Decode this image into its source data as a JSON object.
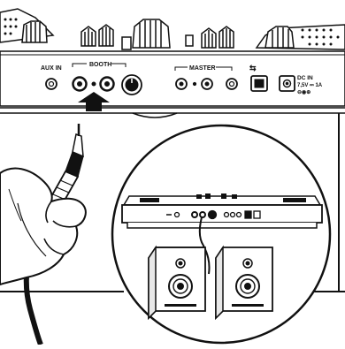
{
  "panel": {
    "aux_in_label": "AUX IN",
    "booth_label": "BOOTH",
    "master_label": "MASTER",
    "usb_symbol": "⇆",
    "dc_in_label": "DC IN",
    "dc_spec_label": "7,5V ⎓ 1A",
    "dc_polarity_label": "⊖◉⊕"
  },
  "icons": {
    "arrow": "up-arrow-icon",
    "usb": "usb-icon",
    "cable": "rca-cable-icon",
    "hand": "hand-icon",
    "speaker": "speaker-icon"
  },
  "colors": {
    "line": "#111111",
    "fill": "#ffffff",
    "panel_shade": "#e8e8e8"
  }
}
